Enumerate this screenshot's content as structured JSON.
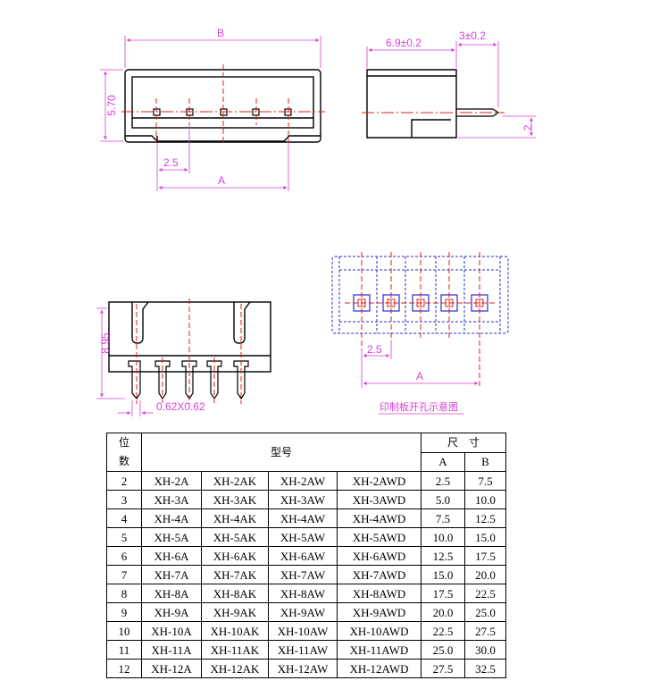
{
  "labels": {
    "dim_b": "B",
    "dim_a_top": "A",
    "dim_pitch_top": "2.5",
    "dim_height_top": "5.70",
    "dim_depth": "6.9±0.2",
    "dim_pin_len": "3±0.2",
    "dim_pin_off": "2",
    "dim_height_front": "8.95",
    "dim_pin_size": "0.62X0.62",
    "dim_pitch_pcb": "2.5",
    "dim_a_pcb": "A",
    "pcb_caption": "印制板开孔示意图"
  },
  "colors": {
    "line": "#000000",
    "dimension": "#d63fd6",
    "center": "#e0201a",
    "pcb": "#2b2bd0"
  },
  "table": {
    "head_positions": [
      "位",
      "数"
    ],
    "head_model": "型号",
    "head_size": "尺　寸",
    "head_a": "A",
    "head_b": "B",
    "rows": [
      [
        "2",
        "XH-2A",
        "XH-2AK",
        "XH-2AW",
        "XH-2AWD",
        "2.5",
        "7.5"
      ],
      [
        "3",
        "XH-3A",
        "XH-3AK",
        "XH-3AW",
        "XH-3AWD",
        "5.0",
        "10.0"
      ],
      [
        "4",
        "XH-4A",
        "XH-4AK",
        "XH-4AW",
        "XH-4AWD",
        "7.5",
        "12.5"
      ],
      [
        "5",
        "XH-5A",
        "XH-5AK",
        "XH-5AW",
        "XH-5AWD",
        "10.0",
        "15.0"
      ],
      [
        "6",
        "XH-6A",
        "XH-6AK",
        "XH-6AW",
        "XH-6AWD",
        "12.5",
        "17.5"
      ],
      [
        "7",
        "XH-7A",
        "XH-7AK",
        "XH-7AW",
        "XH-7AWD",
        "15.0",
        "20.0"
      ],
      [
        "8",
        "XH-8A",
        "XH-8AK",
        "XH-8AW",
        "XH-8AWD",
        "17.5",
        "22.5"
      ],
      [
        "9",
        "XH-9A",
        "XH-9AK",
        "XH-9AW",
        "XH-9AWD",
        "20.0",
        "25.0"
      ],
      [
        "10",
        "XH-10A",
        "XH-10AK",
        "XH-10AW",
        "XH-10AWD",
        "22.5",
        "27.5"
      ],
      [
        "11",
        "XH-11A",
        "XH-11AK",
        "XH-11AW",
        "XH-11AWD",
        "25.0",
        "30.0"
      ],
      [
        "12",
        "XH-12A",
        "XH-12AK",
        "XH-12AW",
        "XH-12AWD",
        "27.5",
        "32.5"
      ]
    ]
  }
}
